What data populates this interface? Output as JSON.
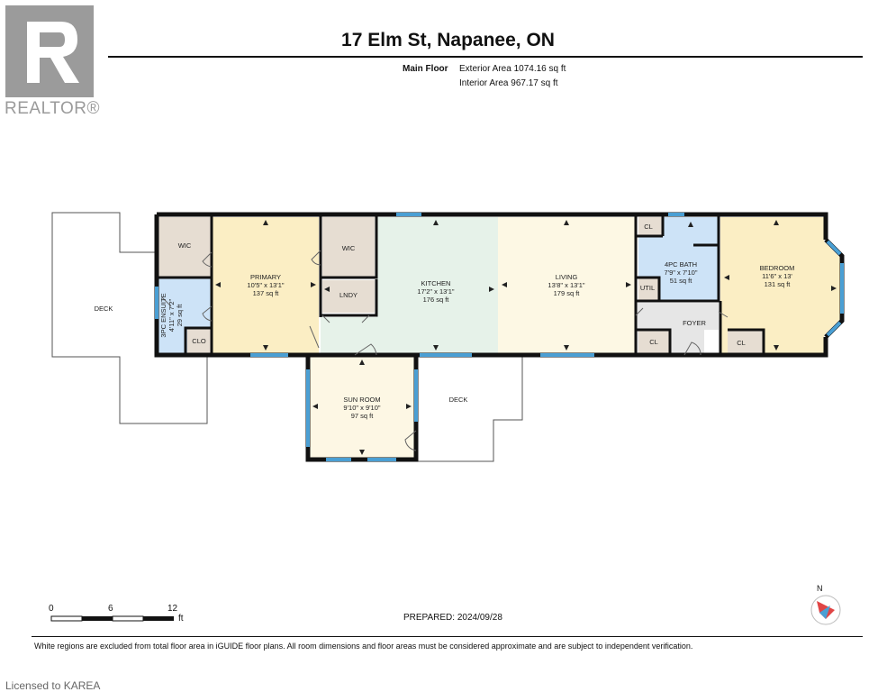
{
  "header": {
    "address": "17 Elm St, Napanee, ON",
    "floor_label": "Main Floor",
    "exterior_area": "Exterior Area 1074.16 sq ft",
    "interior_area": "Interior Area 967.17 sq ft"
  },
  "logo": {
    "text": "REALTOR®"
  },
  "rooms": {
    "primary": {
      "name": "PRIMARY",
      "dims": "10'5\" x 13'1\"",
      "area": "137 sq ft"
    },
    "kitchen": {
      "name": "KITCHEN",
      "dims": "17'2\" x 13'1\"",
      "area": "176 sq ft"
    },
    "living": {
      "name": "LIVING",
      "dims": "13'8\" x 13'1\"",
      "area": "179 sq ft"
    },
    "bath4": {
      "name": "4PC BATH",
      "dims": "7'9\" x 7'10\"",
      "area": "51 sq ft"
    },
    "bedroom": {
      "name": "BEDROOM",
      "dims": "11'6\" x 13'",
      "area": "131 sq ft"
    },
    "sunroom": {
      "name": "SUN ROOM",
      "dims": "9'10\" x 9'10\"",
      "area": "97 sq ft"
    },
    "ensuite": {
      "name": "3PC ENSUITE",
      "dims": "4'11\" x 7'2\"",
      "area": "29 sq ft"
    },
    "foyer": {
      "name": "FOYER"
    },
    "wic1": {
      "name": "WIC"
    },
    "wic2": {
      "name": "WIC"
    },
    "laundry": {
      "name": "LNDY"
    },
    "clo": {
      "name": "CLO"
    },
    "util": {
      "name": "UTIL"
    },
    "cl_bath": {
      "name": "CL"
    },
    "cl_foyer": {
      "name": "CL"
    },
    "cl_bedroom": {
      "name": "CL"
    },
    "deck_left": {
      "name": "DECK"
    },
    "deck_mid": {
      "name": "DECK"
    }
  },
  "scale": {
    "labels": [
      "0",
      "6",
      "12"
    ],
    "unit": "ft"
  },
  "compass": {
    "label": "N"
  },
  "footer": {
    "prepared": "PREPARED: 2024/09/28",
    "disclaimer": "White regions are excluded from total floor area in iGUIDE floor plans. All room dimensions and floor areas must be considered approximate and are subject to independent verification.",
    "licensed": "Licensed to KAREA"
  },
  "colors": {
    "wall": "#111111",
    "window": "#4a9fd4",
    "primary": "#fbeec4",
    "kitchen": "#e6f2e9",
    "living": "#fdf8e4",
    "bath": "#cde3f7",
    "bedroom": "#fbeec4",
    "sunroom": "#fdf7e4",
    "closet": "#e6ddd2",
    "foyer": "#e6e6e6",
    "logo_gray": "#9b9b9b"
  }
}
